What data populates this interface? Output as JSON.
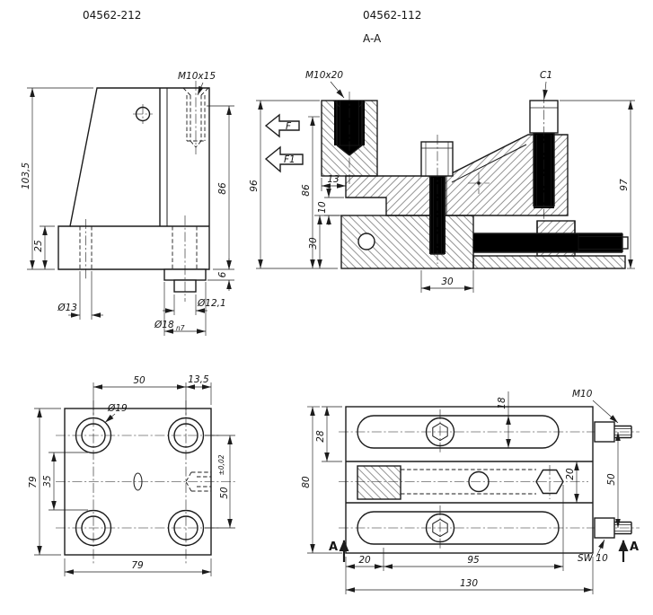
{
  "header": {
    "part_left": "04562-212",
    "part_right": "04562-112",
    "section_title": "A-A"
  },
  "side_view": {
    "thread_label": "M10x15",
    "dims": {
      "total_height": "103,5",
      "base_height": "25",
      "column_height": "86",
      "step": "6",
      "hole_dia": "Ø13",
      "stub_dia": "Ø12,1",
      "pin_dia": "Ø18",
      "pin_fit": "n7"
    }
  },
  "section_view": {
    "thread_label": "M10x20",
    "chamfer_label": "C1",
    "force_label": "F",
    "force2_label": "F1",
    "dims": {
      "h96": "96",
      "h86": "86",
      "w13": "13",
      "h10": "10",
      "h30": "30",
      "w30": "30",
      "h97": "97"
    }
  },
  "plate_view": {
    "cbore_label": "Ø19",
    "dims": {
      "spacing_x": "50",
      "edge_offset": "13,5",
      "height": "79",
      "mid": "35",
      "spacing_y": "50",
      "spacing_y_tol": "±0,02",
      "width": "79"
    }
  },
  "assembly_view": {
    "thread_label": "M10",
    "wrench_label": "SW 10",
    "section_marker": "A",
    "dims": {
      "slot_w": "18",
      "off28": "28",
      "height": "80",
      "band": "20",
      "rod_spacing": "50",
      "off20": "20",
      "len95": "95",
      "total": "130"
    }
  },
  "colors": {
    "line": "#1c1c1c",
    "background": "#ffffff"
  }
}
